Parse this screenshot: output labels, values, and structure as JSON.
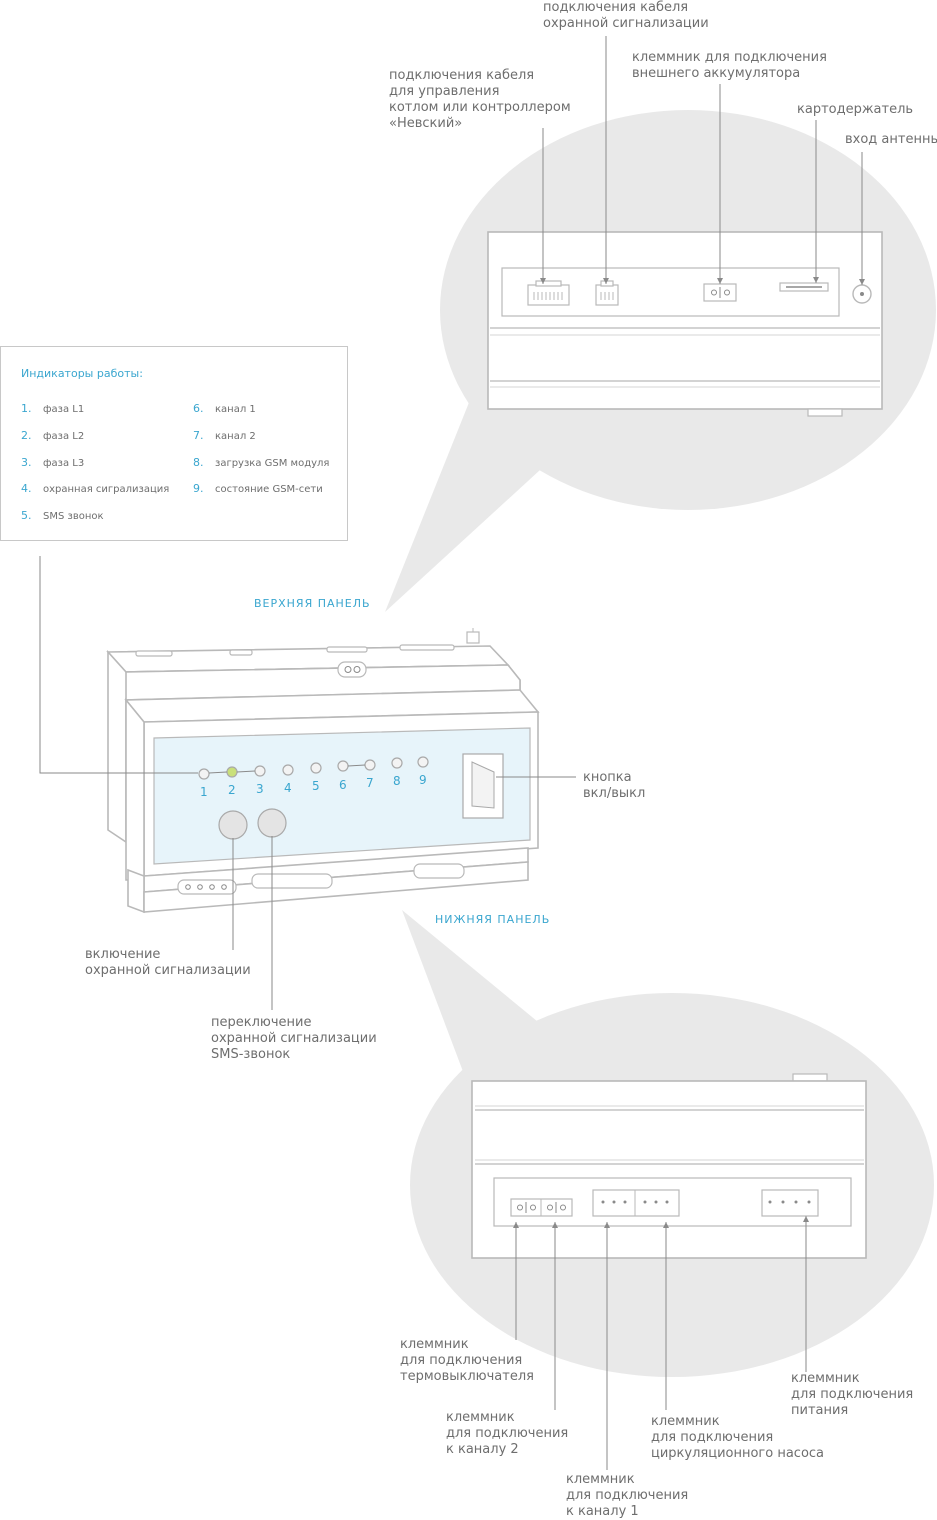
{
  "legend": {
    "title": "Индикаторы работы:",
    "items": [
      {
        "num": "1.",
        "label": "фаза L1"
      },
      {
        "num": "2.",
        "label": "фаза L2"
      },
      {
        "num": "3.",
        "label": "фаза L3"
      },
      {
        "num": "4.",
        "label": "охранная сигрализация"
      },
      {
        "num": "5.",
        "label": "SMS звонок"
      },
      {
        "num": "6.",
        "label": "канал 1"
      },
      {
        "num": "7.",
        "label": "канал 2"
      },
      {
        "num": "8.",
        "label": "загрузка GSM модуля"
      },
      {
        "num": "9.",
        "label": "состояние GSM-сети"
      }
    ]
  },
  "panels": {
    "top": "ВЕРХНЯЯ ПАНЕЛЬ",
    "bottom": "НИЖНЯЯ ПАНЕЛЬ"
  },
  "top_labels": {
    "alarm_cable": "подключения кабеля\nохранной сигнализации",
    "boiler_cable": "подключения кабеля\nдля управления\nкотлом или контроллером\n«Невский»",
    "battery": "клеммник для подключения\nвнешнего аккумулятора",
    "card_holder": "картодержатель",
    "antenna": "вход антенны"
  },
  "front_labels": {
    "power_button": "кнопка\nвкл/выкл",
    "alarm_on": "включение\nохранной сигнализации",
    "switch": "переключение\nохранной сигнализации\nSMS-звонок"
  },
  "led_numbers": [
    "1",
    "2",
    "3",
    "4",
    "5",
    "6",
    "7",
    "8",
    "9"
  ],
  "bottom_labels": {
    "thermo": "клеммник\nдля подключения\nтермовыключателя",
    "channel2": "клеммник\nдля подключения\nк каналу 2",
    "channel1": "клеммник\nдля подключения\nк каналу 1",
    "pump": "клеммник\nдля подключения\nциркуляционного насоса",
    "power": "клеммник\nдля подключения\nпитания"
  },
  "colors": {
    "accent": "#3aa6cf",
    "bubble": "#e9e9e9",
    "front_panel": "#e7f4fa",
    "led_active": "#c9e07a"
  }
}
